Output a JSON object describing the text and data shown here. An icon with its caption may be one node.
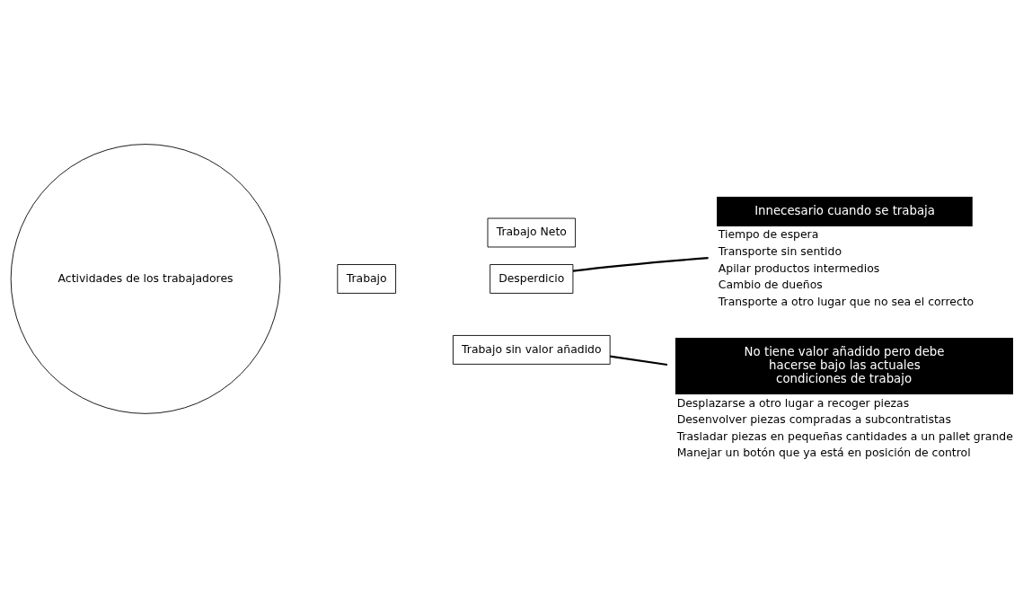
{
  "diagram": {
    "nodes": [
      {
        "text": [
          "Actividades de los trabajadores"
        ]
      },
      {
        "text": [
          "Trabajo Neto"
        ]
      },
      {
        "text": [
          "Desperdicio"
        ]
      },
      {
        "text": [
          "Trabajo"
        ]
      },
      {
        "text": [
          "Trabajo sin valor añadido"
        ]
      },
      {
        "text": [
          "Innecesario cuando se trabaja"
        ],
        "beside": [
          "Tiempo de espera",
          "Transporte sin sentido",
          "Apilar productos intermedios",
          "Cambio de dueños",
          "Transporte a otro lugar que no sea el correcto"
        ]
      },
      {
        "text": [
          "No tiene valor añadido pero debe hacerse bajo las actuales condiciones de trabajo"
        ],
        "beside": [
          "Desplazarse a otro lugar a recoger piezas",
          "Desenvolver piezas compradas a subcontratistas",
          "Trasladar piezas en pequeñas cantidades a un pallet grande",
          "Manejar un botón que ya está en posición de control"
        ]
      }
    ],
    "edges": [
      {
        "from": 5,
        "to": 2,
        "arrow": "none"
      },
      {
        "from": 6,
        "to": 4,
        "arrow": "none"
      }
    ]
  }
}
